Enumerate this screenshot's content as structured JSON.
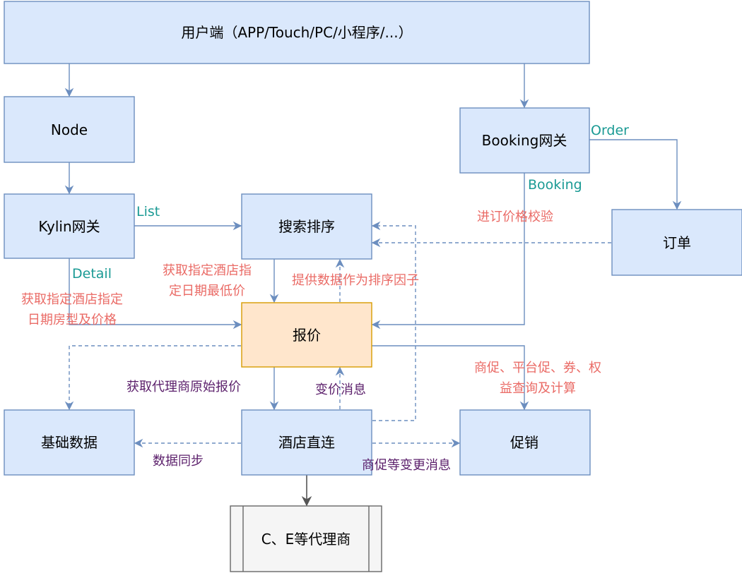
{
  "nodes": {
    "client": "用户端（APP/Touch/PC/小程序/...）",
    "node": "Node",
    "booking_gateway": "Booking网关",
    "kylin_gateway": "Kylin网关",
    "search_sort": "搜索排序",
    "order": "订单",
    "quote": "报价",
    "basic_data": "基础数据",
    "hotel_direct": "酒店直连",
    "promotion": "促销",
    "agents": "C、E等代理商"
  },
  "edge_labels": {
    "list": "List",
    "detail": "Detail",
    "order": "Order",
    "booking": "Booking",
    "booking_check": "进订价格校验",
    "lowest_price_line1": "获取指定酒店指",
    "lowest_price_line2": "定日期最低价",
    "room_price_line1": "获取指定酒店指定",
    "room_price_line2": "日期房型及价格",
    "sort_factor": "提供数据作为排序因子",
    "promo_query_line1": "商促、平台促、券、权",
    "promo_query_line2": "益查询及计算",
    "agent_raw_price": "获取代理商原始报价",
    "price_change_msg": "变价消息",
    "data_sync": "数据同步",
    "promo_change_msg": "商促等变更消息"
  }
}
